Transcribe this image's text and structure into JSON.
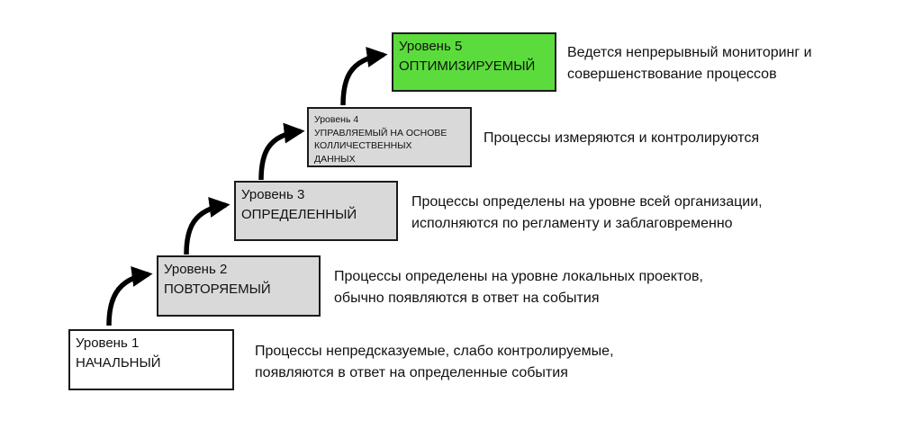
{
  "colors": {
    "default_box": "#d9d9d9",
    "start_box": "#ffffff",
    "top_box": "#5bdc3c",
    "arrow": "#000000"
  },
  "levels": [
    {
      "level": "Уровень 1",
      "name": "НАЧАЛЬНЫЙ",
      "fill": "#ffffff",
      "description": [
        "Процессы непредсказуемые, слабо контролируемые,",
        "появляются в ответ на определенные события"
      ]
    },
    {
      "level": "Уровень 2",
      "name": "ПОВТОРЯЕМЫЙ",
      "fill": "#d9d9d9",
      "description": [
        "Процессы определены на уровне локальных проектов,",
        "обычно появляются в ответ на события"
      ]
    },
    {
      "level": "Уровень 3",
      "name": "ОПРЕДЕЛЕННЫЙ",
      "fill": "#d9d9d9",
      "description": [
        "Процессы определены на уровне всей организации,",
        "исполняются по регламенту и заблаговременно"
      ]
    },
    {
      "level": "Уровень 4",
      "name_lines": [
        "УПРАВЛЯЕМЫЙ НА ОСНОВЕ",
        "КОЛЛИЧЕСТВЕННЫХ",
        "ДАННЫХ"
      ],
      "fill": "#d9d9d9",
      "description": [
        "Процессы измеряются и контролируются"
      ]
    },
    {
      "level": "Уровень 5",
      "name": "ОПТИМИЗИРУЕМЫЙ",
      "fill": "#5bdc3c",
      "description": [
        "Ведется непрерывный мониторинг и",
        "совершенствование процессов"
      ]
    }
  ]
}
